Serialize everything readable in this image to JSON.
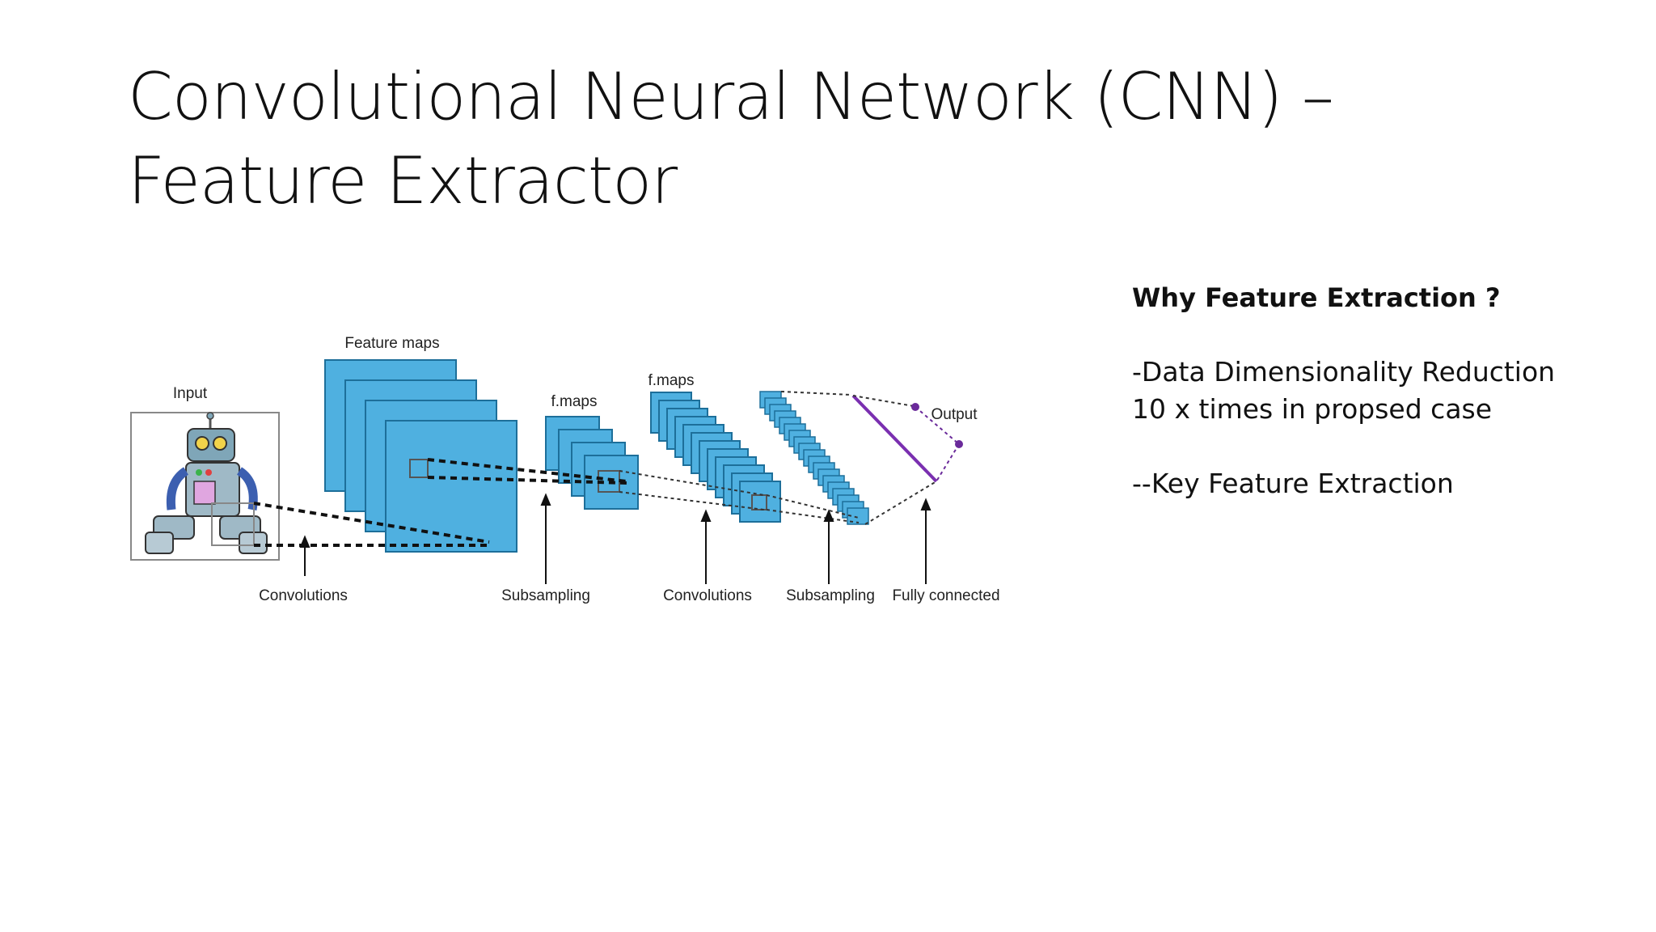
{
  "slide": {
    "title_line1": "Convolutional Neural Network (CNN) –",
    "title_line2": "Feature Extractor"
  },
  "diagram": {
    "labels": {
      "input": "Input",
      "feature_maps": "Feature maps",
      "fmaps1": "f.maps",
      "fmaps2": "f.maps",
      "output": "Output",
      "convolutions1": "Convolutions",
      "subsampling1": "Subsampling",
      "convolutions2": "Convolutions",
      "subsampling2": "Subsampling",
      "fully_connected": "Fully connected"
    },
    "colors": {
      "map_fill": "#4fb0e0",
      "map_stroke": "#1d6f9a",
      "fc_line": "#7a2fb0",
      "output_dot": "#6a2a9a"
    }
  },
  "side": {
    "heading": "Why Feature Extraction ?",
    "point1_line1": "-Data Dimensionality Reduction",
    "point1_line2": "10 x times in propsed case",
    "point2": "--Key Feature Extraction"
  }
}
